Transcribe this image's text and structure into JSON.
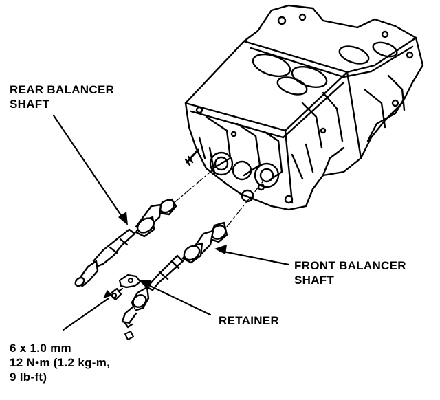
{
  "labels": {
    "rear_balancer_shaft": {
      "line1": "REAR BALANCER",
      "line2": "SHAFT"
    },
    "front_balancer_shaft": {
      "line1": "FRONT  BALANCER",
      "line2": "SHAFT"
    },
    "retainer": "RETAINER",
    "bolt_spec": {
      "size": "6 x 1.0 mm",
      "torque": "12 N•m (1.2 kg-m,",
      "torque_lbft": "9 lb-ft)"
    }
  },
  "colors": {
    "ink": "#000000",
    "paper": "#ffffff"
  }
}
